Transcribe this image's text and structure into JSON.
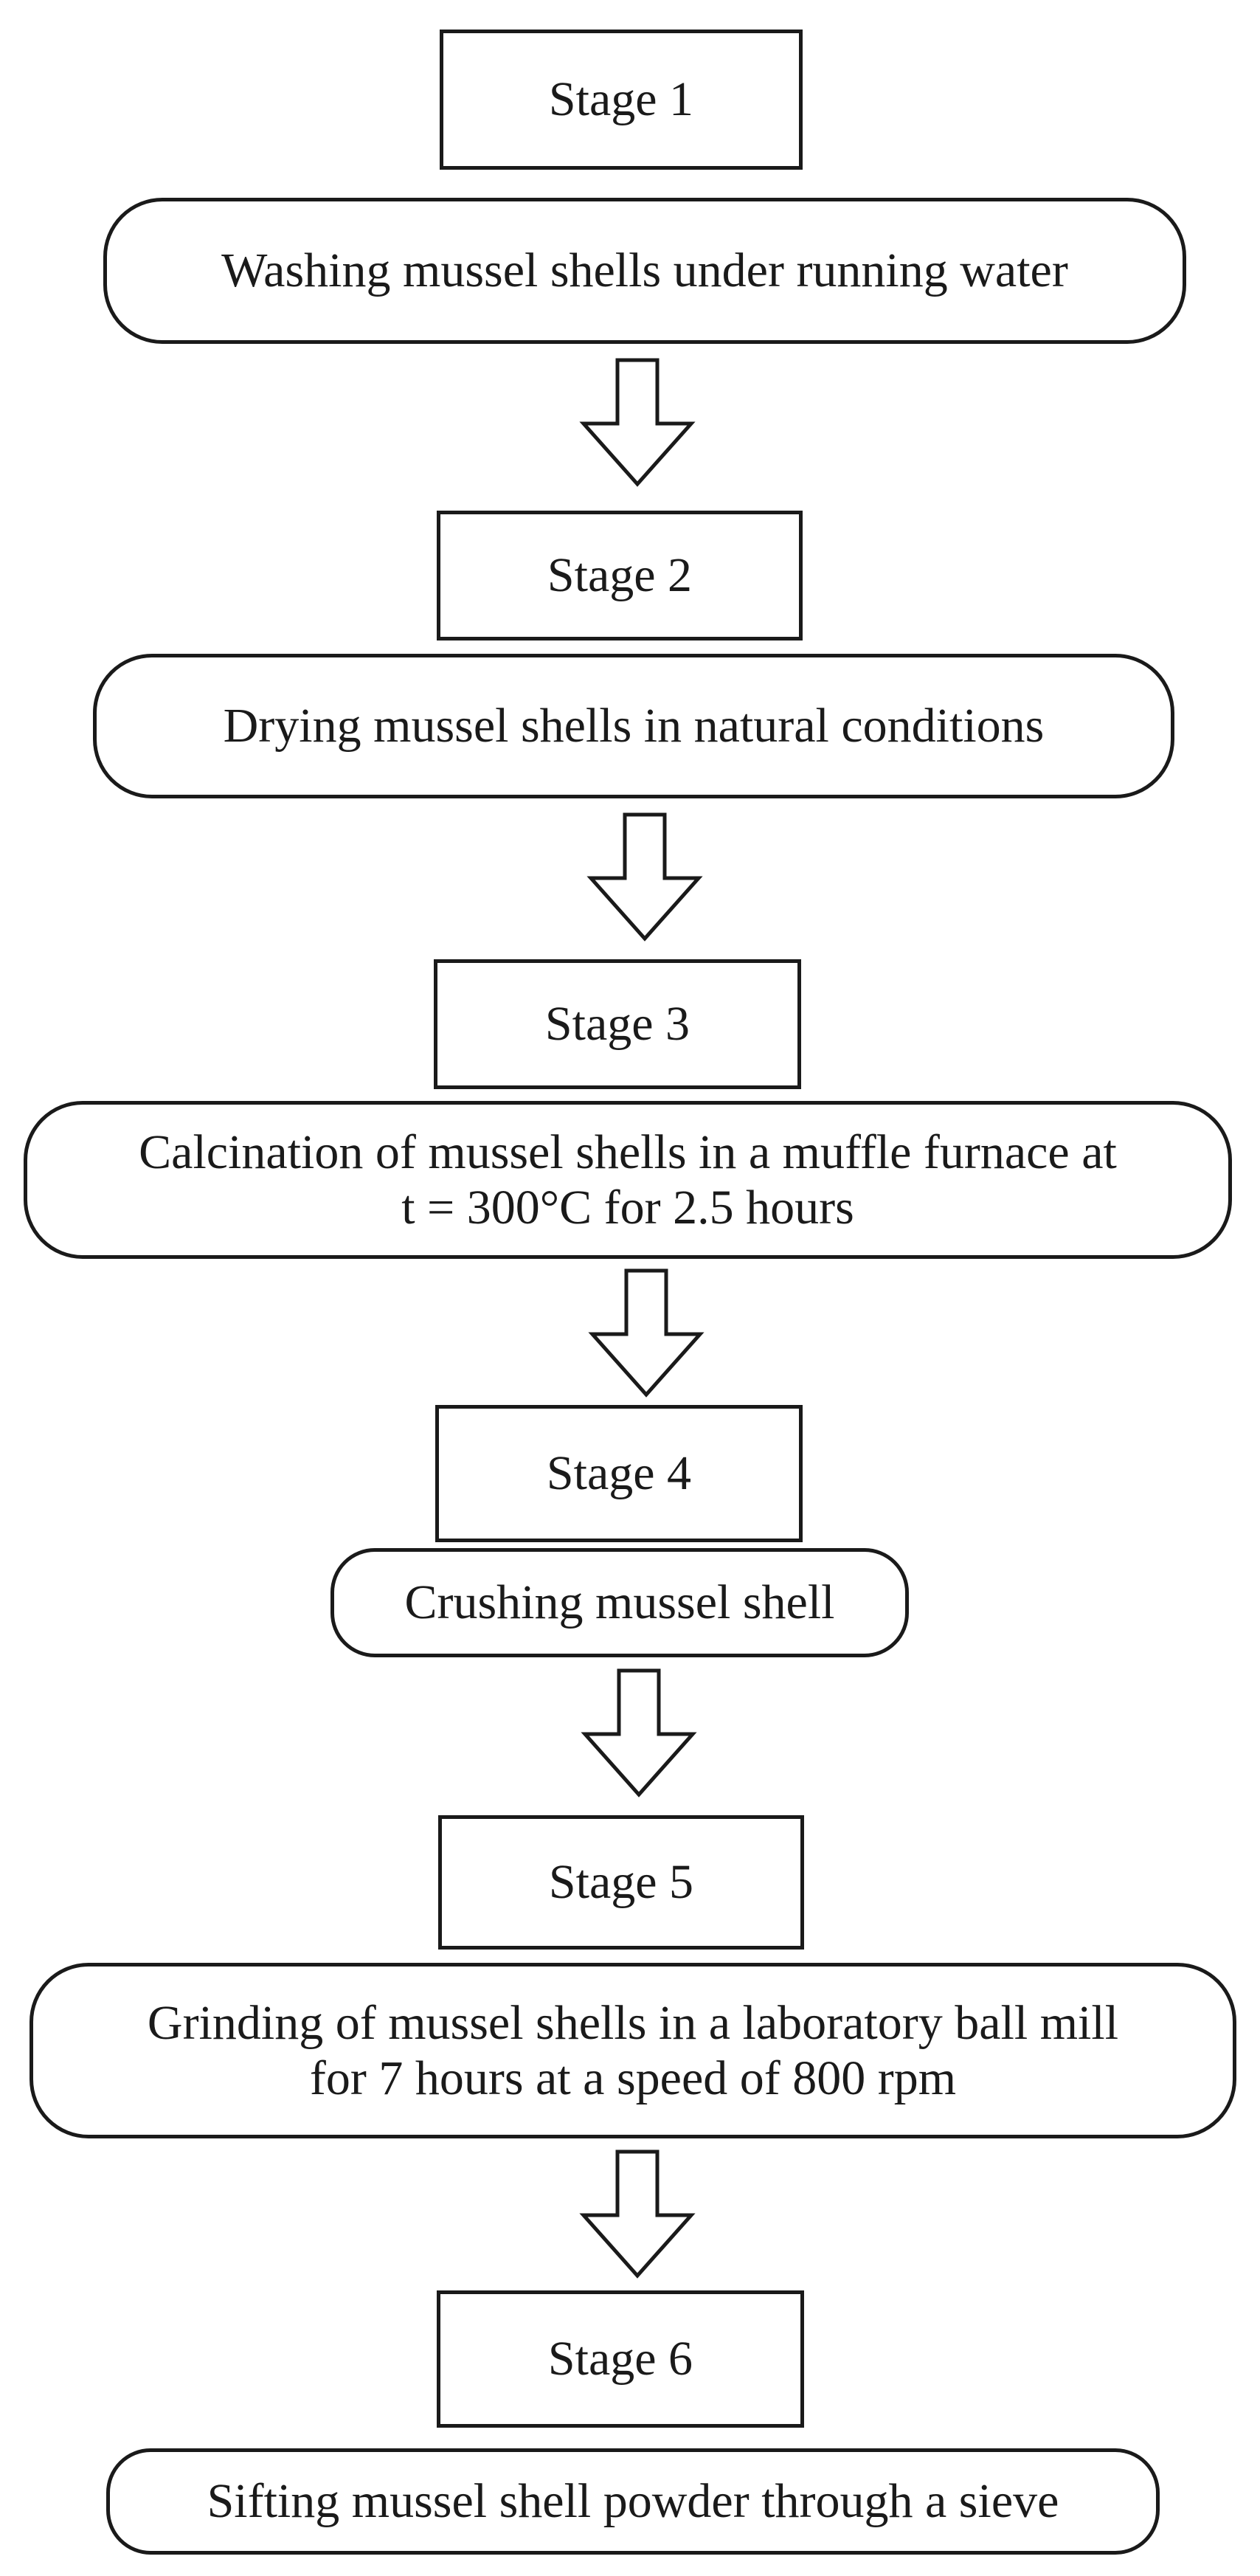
{
  "stages": [
    {
      "label": "Stage 1",
      "text": [
        "Washing mussel shells under running water"
      ]
    },
    {
      "label": "Stage 2",
      "text": [
        "Drying mussel shells in natural conditions"
      ]
    },
    {
      "label": "Stage 3",
      "text": [
        "Calcination of mussel shells in a muffle furnace at",
        "t = 300°C for 2.5 hours"
      ]
    },
    {
      "label": "Stage 4",
      "text": [
        "Crushing mussel shell"
      ]
    },
    {
      "label": "Stage 5",
      "text": [
        "Grinding of mussel shells in a laboratory ball mill",
        "for 7 hours at a speed of 800 rpm"
      ]
    },
    {
      "label": "Stage 6",
      "text": [
        "Sifting mussel shell powder through a sieve"
      ]
    }
  ],
  "colors": {
    "stroke": "#1a1a1a",
    "fill": "#ffffff"
  }
}
